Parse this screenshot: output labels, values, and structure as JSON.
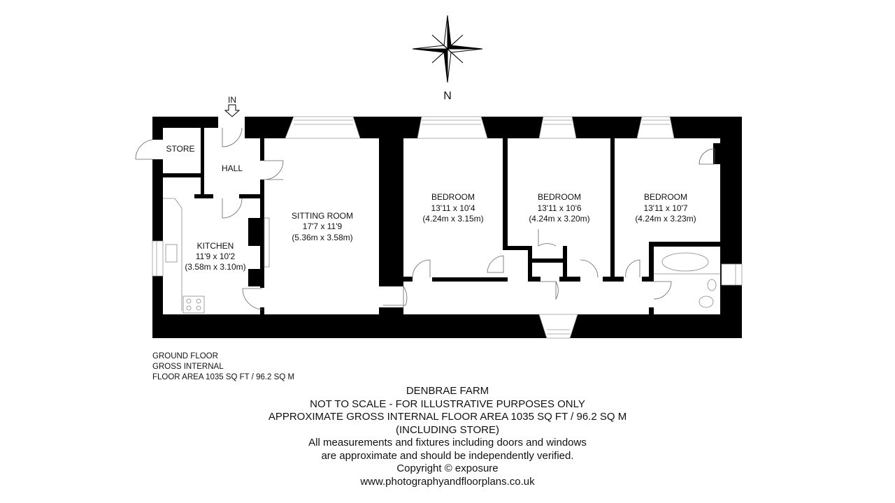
{
  "compass": {
    "label": "N"
  },
  "entrance": {
    "label": "IN"
  },
  "rooms": [
    {
      "name": "STORE"
    },
    {
      "name": "HALL"
    },
    {
      "name": "KITCHEN",
      "imperial": "11'9 x 10'2",
      "metric": "(3.58m x 3.10m)"
    },
    {
      "name": "SITTING ROOM",
      "imperial": "17'7 x 11'9",
      "metric": "(5.36m x 3.58m)"
    },
    {
      "name": "BEDROOM",
      "imperial": "13'11 x 10'4",
      "metric": "(4.24m x 3.15m)"
    },
    {
      "name": "BEDROOM",
      "imperial": "13'11 x 10'6",
      "metric": "(4.24m x 3.20m)"
    },
    {
      "name": "BEDROOM",
      "imperial": "13'11 x 10'7",
      "metric": "(4.24m x 3.23m)"
    }
  ],
  "floor_info": [
    "GROUND FLOOR",
    "GROSS INTERNAL",
    "FLOOR AREA 1035 SQ FT / 96.2 SQ M"
  ],
  "notes": [
    "DENBRAE FARM",
    "NOT TO SCALE - FOR ILLUSTRATIVE PURPOSES ONLY",
    "APPROXIMATE GROSS INTERNAL FLOOR AREA 1035 SQ FT / 96.2 SQ M",
    "(INCLUDING STORE)",
    "All measurements and fixtures including doors and windows",
    "are approximate and should be independently verified.",
    "Copyright © exposure",
    "www.photographyandfloorplans.co.uk"
  ]
}
